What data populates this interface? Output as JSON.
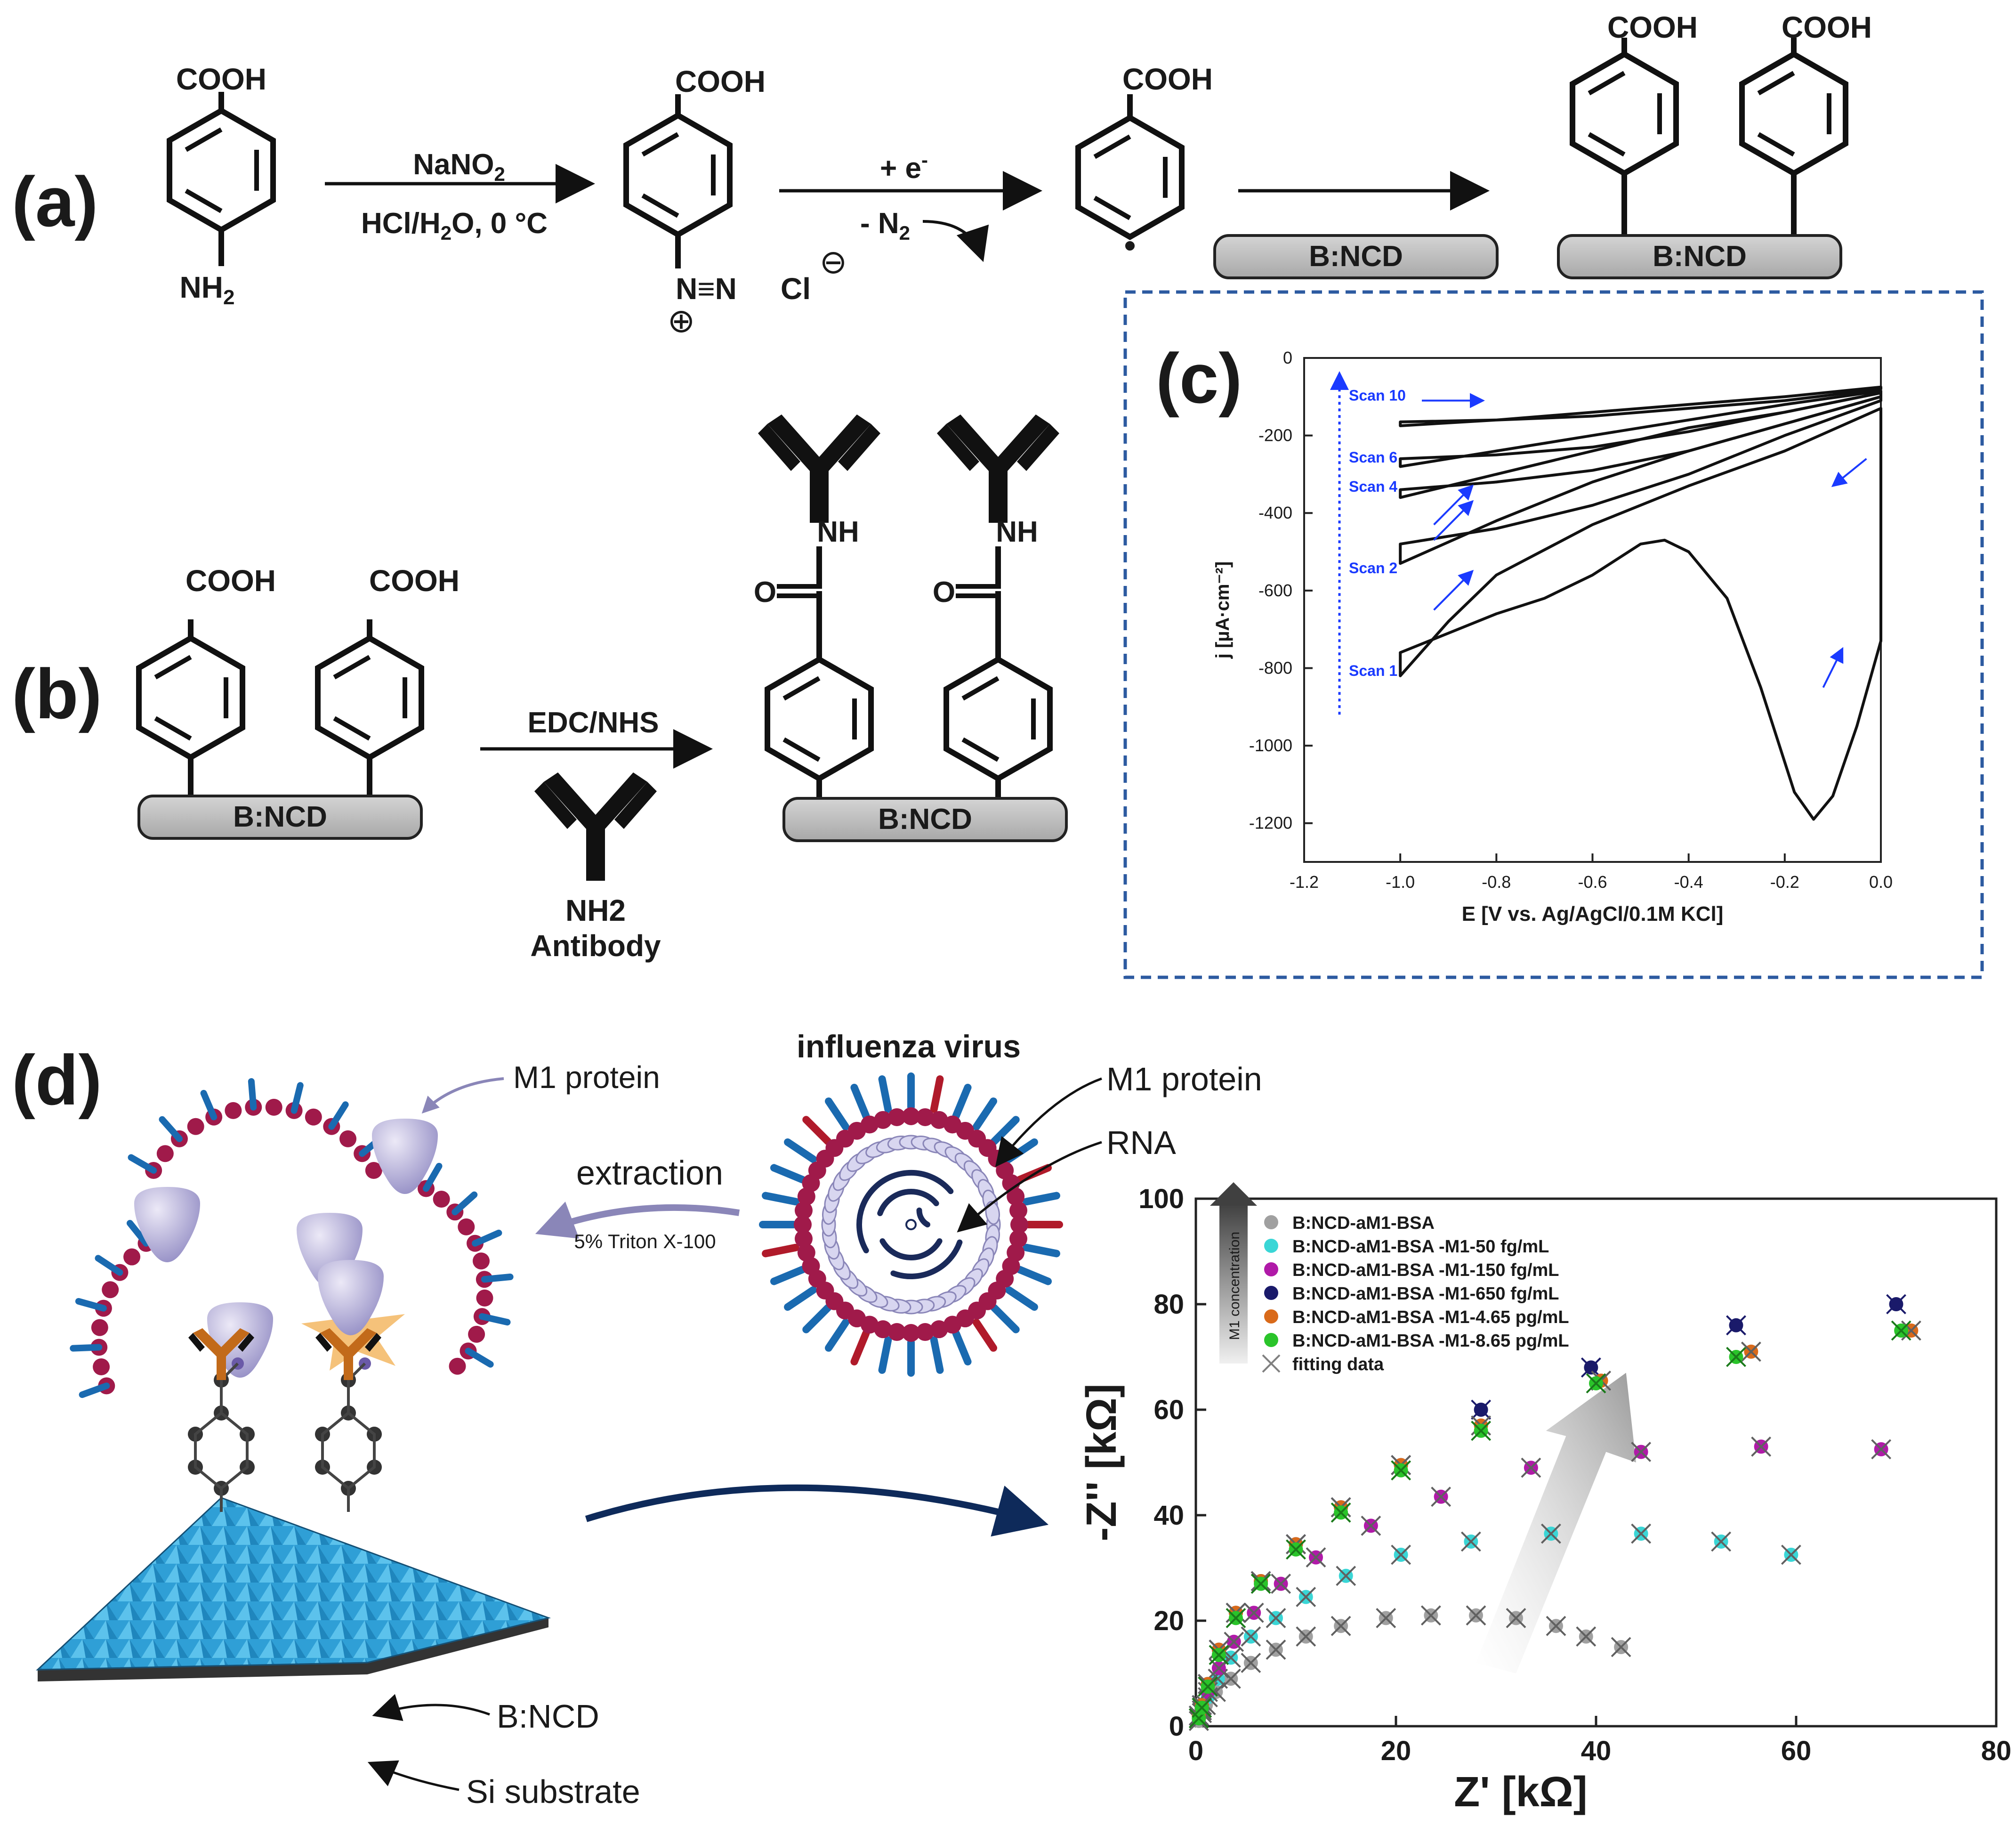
{
  "panel_a": {
    "label": "(a)",
    "cooh": "COOH",
    "nh2": "NH",
    "nh2_sub": "2",
    "step1_top": "NaNO",
    "step1_top_sub": "2",
    "step1_bottom": "HCl/H",
    "step1_bottom_sub": "2",
    "step1_bottom_rest": "O, 0 °C",
    "diazo": "N≡N",
    "plus": "⊕",
    "chloride": "Cl",
    "minus": "⊖",
    "step2_top": "+ e",
    "step2_top_sup": "-",
    "step2_bottom": "- N",
    "step2_bottom_sub": "2",
    "radical": "•",
    "surface": "B:NCD"
  },
  "panel_b": {
    "label": "(b)",
    "cooh": "COOH",
    "reagent": "EDC/NHS",
    "nh2": "NH2",
    "antibody": "Antibody",
    "nh": "NH",
    "o": "O",
    "surface": "B:NCD"
  },
  "panel_c": {
    "label": "(c)",
    "scans": [
      "Scan 10",
      "Scan 6",
      "Scan 4",
      "Scan 2",
      "Scan 1"
    ],
    "chart_data": {
      "type": "line",
      "xlabel": "E [V vs. Ag/AgCl/0.1M KCl]",
      "ylabel": "j [µA·cm⁻²]",
      "xlim": [
        -1.2,
        0.0
      ],
      "ylim": [
        -1300,
        0
      ],
      "x_ticks": [
        "-1.2",
        "-1.0",
        "-0.8",
        "-0.6",
        "-0.4",
        "-0.2",
        "0.0"
      ],
      "y_ticks": [
        "0",
        "-200",
        "-400",
        "-600",
        "-800",
        "-1000",
        "-1200"
      ],
      "series": [
        {
          "name": "Scan 1",
          "x": [
            0.0,
            -0.05,
            -0.1,
            -0.14,
            -0.18,
            -0.25,
            -0.32,
            -0.4,
            -0.45,
            -0.5,
            -0.6,
            -0.7,
            -0.8,
            -0.9,
            -1.0,
            -1.0,
            -0.9,
            -0.8,
            -0.6,
            -0.4,
            -0.2,
            0.0
          ],
          "y": [
            -730,
            -950,
            -1130,
            -1190,
            -1120,
            -850,
            -620,
            -500,
            -470,
            -480,
            -560,
            -620,
            -660,
            -710,
            -760,
            -820,
            -680,
            -560,
            -430,
            -330,
            -240,
            -130
          ]
        },
        {
          "name": "Scan 2",
          "x": [
            0.0,
            -0.2,
            -0.4,
            -0.6,
            -0.8,
            -1.0,
            -1.0,
            -0.8,
            -0.6,
            -0.4,
            -0.2,
            0.0
          ],
          "y": [
            -110,
            -200,
            -300,
            -380,
            -440,
            -480,
            -530,
            -420,
            -320,
            -240,
            -170,
            -100
          ]
        },
        {
          "name": "Scan 4",
          "x": [
            0.0,
            -0.2,
            -0.4,
            -0.6,
            -0.8,
            -1.0,
            -1.0,
            -0.8,
            -0.6,
            -0.4,
            -0.2,
            0.0
          ],
          "y": [
            -100,
            -170,
            -240,
            -290,
            -320,
            -340,
            -360,
            -300,
            -240,
            -180,
            -140,
            -90
          ]
        },
        {
          "name": "Scan 6",
          "x": [
            0.0,
            -0.2,
            -0.4,
            -0.6,
            -0.8,
            -1.0,
            -1.0,
            -0.8,
            -0.6,
            -0.4,
            -0.2,
            0.0
          ],
          "y": [
            -90,
            -140,
            -190,
            -230,
            -250,
            -260,
            -280,
            -240,
            -200,
            -160,
            -120,
            -85
          ]
        },
        {
          "name": "Scan 10",
          "x": [
            0.0,
            -0.2,
            -0.4,
            -0.6,
            -0.8,
            -1.0,
            -1.0,
            -0.8,
            -0.6,
            -0.4,
            -0.2,
            0.0
          ],
          "y": [
            -80,
            -110,
            -130,
            -150,
            -160,
            -165,
            -175,
            -160,
            -140,
            -120,
            -100,
            -75
          ]
        }
      ]
    }
  },
  "panel_d": {
    "label": "(d)",
    "m1_left": "M1 protein",
    "virus_title": "influenza virus",
    "m1_right": "M1 protein",
    "rna": "RNA",
    "extraction": "extraction",
    "triton": "5% Triton X-100",
    "bncd": "B:NCD",
    "si": "Si substrate"
  },
  "nyquist": {
    "arrow_label": "M1 concentration",
    "legend": [
      {
        "name": "B:NCD-aM1-BSA",
        "color": "#a0a0a0"
      },
      {
        "name": "B:NCD-aM1-BSA -M1-50 fg/mL",
        "color": "#3ad6d6"
      },
      {
        "name": "B:NCD-aM1-BSA -M1-150 fg/mL",
        "color": "#b01aa8"
      },
      {
        "name": "B:NCD-aM1-BSA -M1-650 fg/mL",
        "color": "#1a1a6a"
      },
      {
        "name": "B:NCD-aM1-BSA -M1-4.65 pg/mL",
        "color": "#d96a1a"
      },
      {
        "name": "B:NCD-aM1-BSA -M1-8.65 pg/mL",
        "color": "#2ac42a"
      },
      {
        "name": "fitting data",
        "color": "#808080"
      }
    ],
    "chart_data": {
      "type": "scatter",
      "xlabel": "Z' [kΩ]",
      "ylabel": "-Z'' [kΩ]",
      "xlim": [
        0,
        80
      ],
      "ylim": [
        0,
        100
      ],
      "x_ticks": [
        "0",
        "20",
        "40",
        "60",
        "80"
      ],
      "y_ticks": [
        "0",
        "20",
        "40",
        "60",
        "80",
        "100"
      ],
      "series": [
        {
          "name": "B:NCD-aM1-BSA",
          "x": [
            0.3,
            0.6,
            1,
            2,
            3.5,
            5.5,
            8,
            11,
            14.5,
            19,
            23.5,
            28,
            32,
            36,
            39,
            42.5
          ],
          "y": [
            1,
            2.5,
            4,
            6.5,
            9,
            12,
            14.5,
            17,
            19,
            20.5,
            21,
            21,
            20.5,
            19,
            17,
            15
          ]
        },
        {
          "name": "B:NCD-aM1-BSA -M1-50 fg/mL",
          "x": [
            0.3,
            0.6,
            1.2,
            2.2,
            3.5,
            5.5,
            8,
            11,
            15,
            20.5,
            27.5,
            35.5,
            44.5,
            52.5,
            59.5
          ],
          "y": [
            1.5,
            3,
            5.5,
            9,
            13,
            17,
            20.5,
            24.5,
            28.5,
            32.5,
            35,
            36.5,
            36.5,
            35,
            32.5
          ]
        },
        {
          "name": "B:NCD-aM1-BSA -M1-150 fg/mL",
          "x": [
            0.3,
            0.6,
            1.2,
            2.3,
            3.8,
            5.8,
            8.5,
            12,
            17.5,
            24.5,
            33.5,
            44.5,
            56.5,
            68.5
          ],
          "y": [
            1.5,
            3.5,
            6.5,
            11,
            16,
            21.5,
            27,
            32,
            38,
            43.5,
            49,
            52,
            53,
            52.5
          ]
        },
        {
          "name": "B:NCD-aM1-BSA -M1-650 fg/mL",
          "x": [
            0.3,
            0.6,
            1.2,
            2.3,
            4,
            6.5,
            10,
            14.5,
            20.5,
            28.5,
            39.5,
            54,
            70
          ],
          "y": [
            2,
            4,
            8,
            14.5,
            21.5,
            27.5,
            34.5,
            41.5,
            49.5,
            60,
            68,
            76,
            80
          ]
        },
        {
          "name": "B:NCD-aM1-BSA -M1-4.65 pg/mL",
          "x": [
            0.3,
            0.6,
            1.2,
            2.3,
            4,
            6.5,
            10,
            14.5,
            20.5,
            28.5,
            40.5,
            55.5,
            71.5
          ],
          "y": [
            2,
            4,
            8,
            14.5,
            21.5,
            27.5,
            34.5,
            41.5,
            49.5,
            57,
            65.5,
            71,
            75
          ]
        },
        {
          "name": "B:NCD-aM1-BSA -M1-8.65 pg/mL",
          "x": [
            0.3,
            0.6,
            1.2,
            2.3,
            4,
            6.5,
            10,
            14.5,
            20.5,
            28.5,
            40,
            54,
            70.5
          ],
          "y": [
            1.5,
            3.5,
            7.5,
            13.5,
            20.5,
            27,
            33.5,
            40.5,
            48.5,
            56,
            65,
            70,
            75
          ]
        }
      ]
    }
  }
}
